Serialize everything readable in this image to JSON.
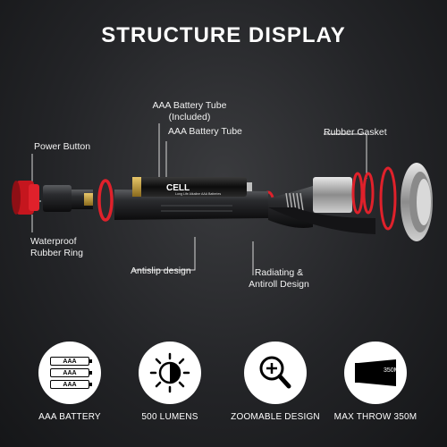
{
  "title": "STRUCTURE DISPLAY",
  "labels": {
    "battery_tube_included": "AAA Battery Tube\n(Included)",
    "battery_tube": "AAA Battery Tube",
    "rubber_gasket": "Rubber Gasket",
    "power_button": "Power Button",
    "waterproof_ring": "Waterproof\nRubber Ring",
    "antislip": "Antislip design",
    "radiating": "Radiating &\nAntiroll Design"
  },
  "battery_brand": "CELL",
  "battery_subtext": "Long Life Alkaline AAA Batteries",
  "features": [
    {
      "icon": "aaa-batteries-icon",
      "label": "AAA BATTERY",
      "cell_text": "AAA"
    },
    {
      "icon": "brightness-icon",
      "label": "500 LUMENS"
    },
    {
      "icon": "zoom-icon",
      "label": "ZOOMABLE DESIGN"
    },
    {
      "icon": "throw-distance-icon",
      "label": "MAX THROW 350M",
      "distance_text": "350M"
    }
  ],
  "colors": {
    "accent_red": "#e0212b",
    "background": "#232427",
    "line": "#d8d8d8"
  }
}
